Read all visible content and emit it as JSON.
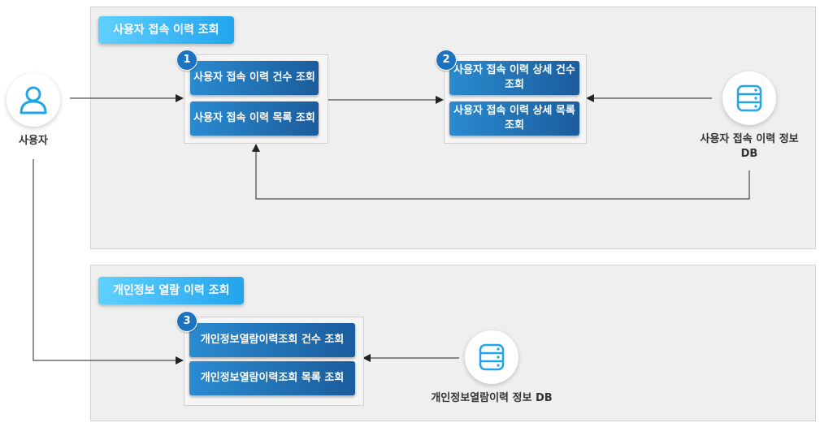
{
  "actors": {
    "user": {
      "label": "사용자",
      "icon": "user-icon"
    }
  },
  "sections": [
    {
      "title": "사용자 접속 이력 조회",
      "steps": [
        {
          "number": "1",
          "items": [
            "사용자 접속 이력 건수 조회",
            "사용자 접속 이력 목록 조회"
          ]
        },
        {
          "number": "2",
          "items": [
            "사용자 접속 이력 상세 건수 조회",
            "사용자 접속 이력 상세 목록 조회"
          ]
        }
      ],
      "database": {
        "label": "사용자 접속 이력 정보 DB",
        "icon": "database-icon"
      }
    },
    {
      "title": "개인정보 열람 이력 조회",
      "steps": [
        {
          "number": "3",
          "items": [
            "개인정보열람이력조회 건수 조회",
            "개인정보열람이력조회 목록 조회"
          ]
        }
      ],
      "database": {
        "label": "개인정보열람이력 정보 DB",
        "icon": "database-icon"
      }
    }
  ],
  "colors": {
    "accent": "#22a4ec",
    "step_box": "#1b5c9c",
    "badge": "#1e73c0",
    "section_bg": "#efefef",
    "arrow": "#222222"
  }
}
